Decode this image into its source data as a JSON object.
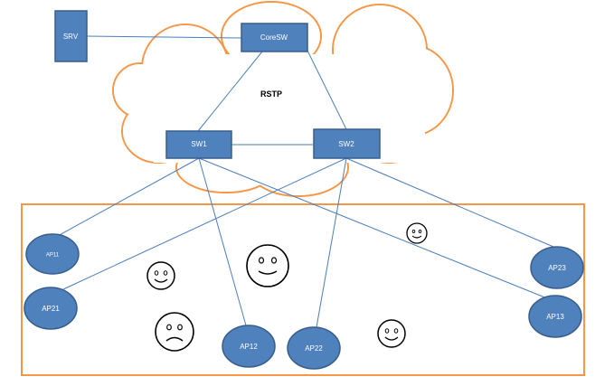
{
  "colors": {
    "node_fill": "#4f81bd",
    "node_stroke": "#385d8a",
    "link": "#4a7ebb",
    "orange": "#f79646",
    "face": "#000000"
  },
  "cloud": {
    "label": "RSTP"
  },
  "switches": [
    {
      "id": "srv",
      "label": "SRV"
    },
    {
      "id": "coresw",
      "label": "CoreSW"
    },
    {
      "id": "sw1",
      "label": "SW1"
    },
    {
      "id": "sw2",
      "label": "SW2"
    }
  ],
  "access_points": [
    {
      "id": "ap11",
      "label": "AP11"
    },
    {
      "id": "ap21",
      "label": "AP21"
    },
    {
      "id": "ap12",
      "label": "AP12"
    },
    {
      "id": "ap22",
      "label": "AP22"
    },
    {
      "id": "ap23",
      "label": "AP23"
    },
    {
      "id": "ap13",
      "label": "AP13"
    }
  ],
  "faces": [
    {
      "id": "smiley-1",
      "mood": "happy"
    },
    {
      "id": "smiley-2",
      "mood": "happy"
    },
    {
      "id": "smiley-3",
      "mood": "happy"
    },
    {
      "id": "smiley-4",
      "mood": "happy"
    },
    {
      "id": "frowny-1",
      "mood": "sad"
    }
  ]
}
